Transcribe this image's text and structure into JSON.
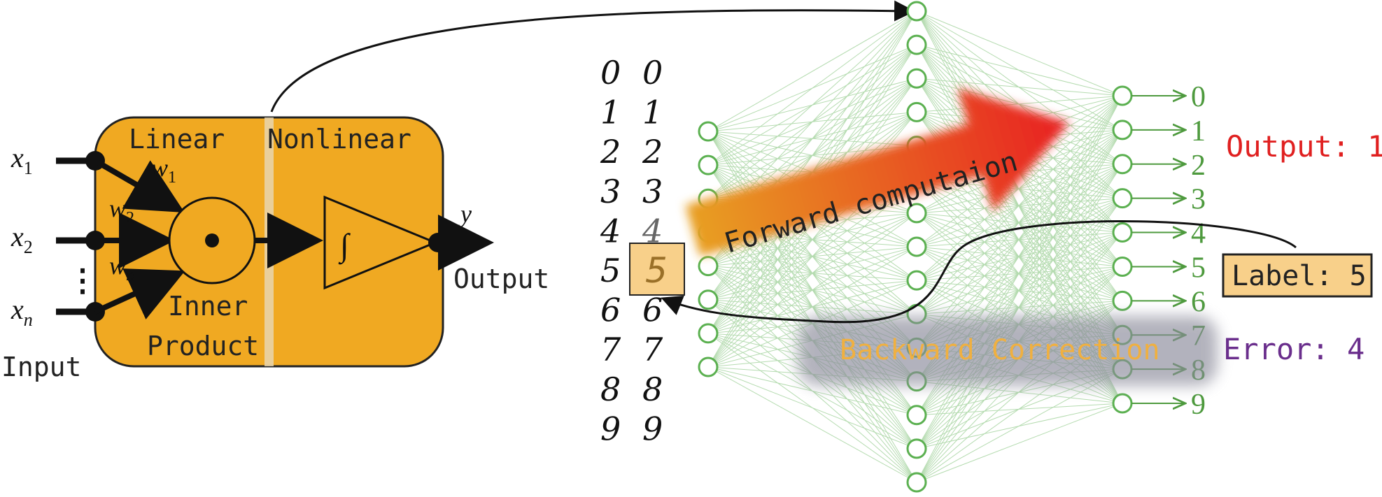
{
  "colors": {
    "box_fill": "#F0A922",
    "box_stroke": "#222222",
    "network_green": "#5BB050",
    "output_digits": "#4E9A3E",
    "output_red": "#E02020",
    "error_purple": "#6A2E8C",
    "backward_text": "#F0B040",
    "label_box_fill": "#F8D08A",
    "forward_arrow_from": "#E8A020",
    "forward_arrow_to": "#E82020",
    "backward_band": "#8A8A9A"
  },
  "neuron": {
    "inputs": [
      {
        "var": "x",
        "sub": "1"
      },
      {
        "var": "x",
        "sub": "2"
      },
      {
        "var": "x",
        "sub": "n"
      }
    ],
    "weights": [
      {
        "var": "w",
        "sub": "1"
      },
      {
        "var": "w",
        "sub": "2"
      },
      {
        "var": "w",
        "sub": "n"
      }
    ],
    "dots": "⋮",
    "input_label": "Input",
    "linear_label": "Linear",
    "nonlinear_label": "Nonlinear",
    "inner_label_line1": "Inner",
    "inner_label_line2": "Product",
    "integral_symbol": "∫",
    "output_var": "y",
    "output_label": "Output"
  },
  "digits": {
    "column_a": [
      "0",
      "1",
      "2",
      "3",
      "4",
      "5",
      "6",
      "7",
      "8",
      "9"
    ],
    "column_b": [
      "0",
      "1",
      "2",
      "3",
      "4",
      "5",
      "6",
      "7",
      "8",
      "9"
    ],
    "highlighted": "5"
  },
  "network": {
    "output_digits": [
      "0",
      "1",
      "2",
      "3",
      "4",
      "5",
      "6",
      "7",
      "8",
      "9"
    ],
    "forward_label": "Forward computaion",
    "backward_label": "Backward Correction",
    "output_text": "Output: 1",
    "label_text": "Label: 5",
    "error_text": "Error: 4"
  }
}
